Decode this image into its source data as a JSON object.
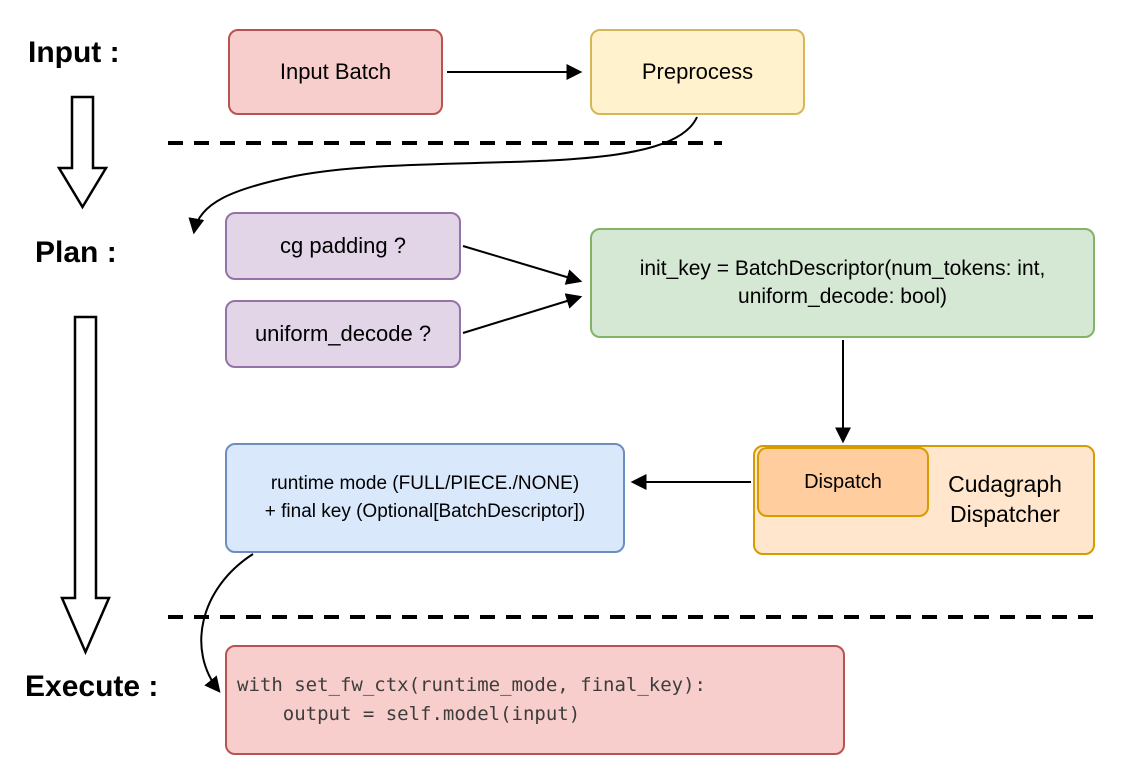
{
  "phases": {
    "input": "Input :",
    "plan": "Plan :",
    "execute": "Execute :"
  },
  "nodes": {
    "input_batch": "Input Batch",
    "preprocess": "Preprocess",
    "cg_padding": "cg padding ?",
    "uniform_decode": "uniform_decode ?",
    "init_key_line1": "init_key = BatchDescriptor(num_tokens: int,",
    "init_key_line2": "uniform_decode: bool)",
    "runtime_line1": "runtime mode (FULL/PIECE./NONE)",
    "runtime_line2": "+ final key (Optional[BatchDescriptor])",
    "dispatch": "Dispatch",
    "cudagraph_dispatcher": "Cudagraph Dispatcher",
    "code_line1": "with set_fw_ctx(runtime_mode, final_key):",
    "code_line2": "    output = self.model(input)"
  },
  "colors": {
    "red_fill": "#f8cecc",
    "red_stroke": "#b85450",
    "yellow_fill": "#fff2cc",
    "yellow_stroke": "#d6b656",
    "purple_fill": "#e1d5e7",
    "purple_stroke": "#9673a6",
    "green_fill": "#d5e8d4",
    "green_stroke": "#82b366",
    "blue_fill": "#dae8fc",
    "blue_stroke": "#6c8ebf",
    "orange_fill": "#ffe6cc",
    "orange_inner_fill": "#ffcd9e",
    "orange_stroke": "#d79b00",
    "arrow_color": "#000000"
  }
}
